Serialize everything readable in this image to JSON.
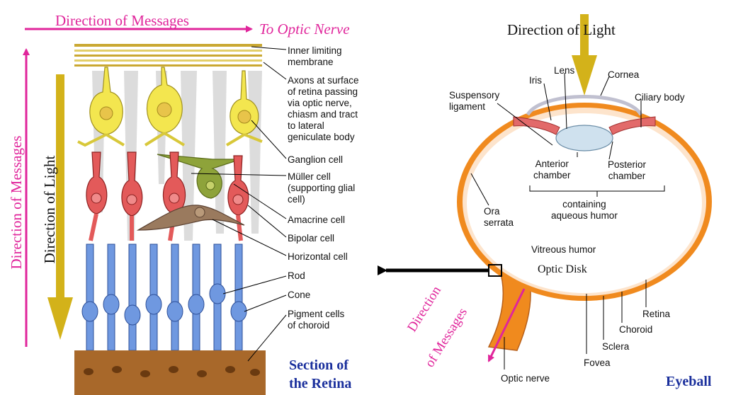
{
  "retina": {
    "title_line1": "Section of",
    "title_line2": "the Retina",
    "messages_top": "Direction of Messages",
    "to_optic_nerve": "To Optic Nerve",
    "messages_side": "Direction of Messages",
    "light_side": "Direction of Light",
    "labels": {
      "inner_limiting": "Inner limiting\nmembrane",
      "axons": "Axons at surface\nof retina passing\nvia optic nerve,\nchiasm and tract\nto lateral\ngeniculate body",
      "ganglion": "Ganglion cell",
      "muller": "Müller cell\n(supporting glial\ncell)",
      "amacrine": "Amacrine cell",
      "bipolar": "Bipolar cell",
      "horizontal": "Horizontal cell",
      "rod": "Rod",
      "cone": "Cone",
      "pigment": "Pigment cells\nof choroid"
    }
  },
  "eyeball": {
    "title": "Eyeball",
    "direction_of_light": "Direction of Light",
    "messages_line1": "Direction",
    "messages_line2": "of Messages",
    "labels": {
      "lens": "Lens",
      "iris": "Iris",
      "cornea": "Cornea",
      "suspensory": "Suspensory\nligament",
      "ciliary": "Ciliary body",
      "anterior": "Anterior\nchamber",
      "posterior": "Posterior\nchamber",
      "aqueous": "containing\naqueous humor",
      "ora": "Ora\nserrata",
      "vitreous": "Vitreous humor",
      "optic_disk": "Optic Disk",
      "retina": "Retina",
      "choroid": "Choroid",
      "sclera": "Sclera",
      "fovea": "Fovea",
      "optic_nerve": "Optic nerve"
    }
  },
  "colors": {
    "magenta": "#e0259b",
    "gold": "#d3b21a",
    "navy": "#1a2f9c",
    "ganglion_yellow": "#f3e64f",
    "bipolar_red": "#e35a5a",
    "rod_blue": "#6f98e0",
    "muller_green": "#8ea33a",
    "horizontal_brown": "#9a7a5e",
    "pigment_brown": "#a8682a",
    "choroid_orange": "#f08a1e"
  }
}
